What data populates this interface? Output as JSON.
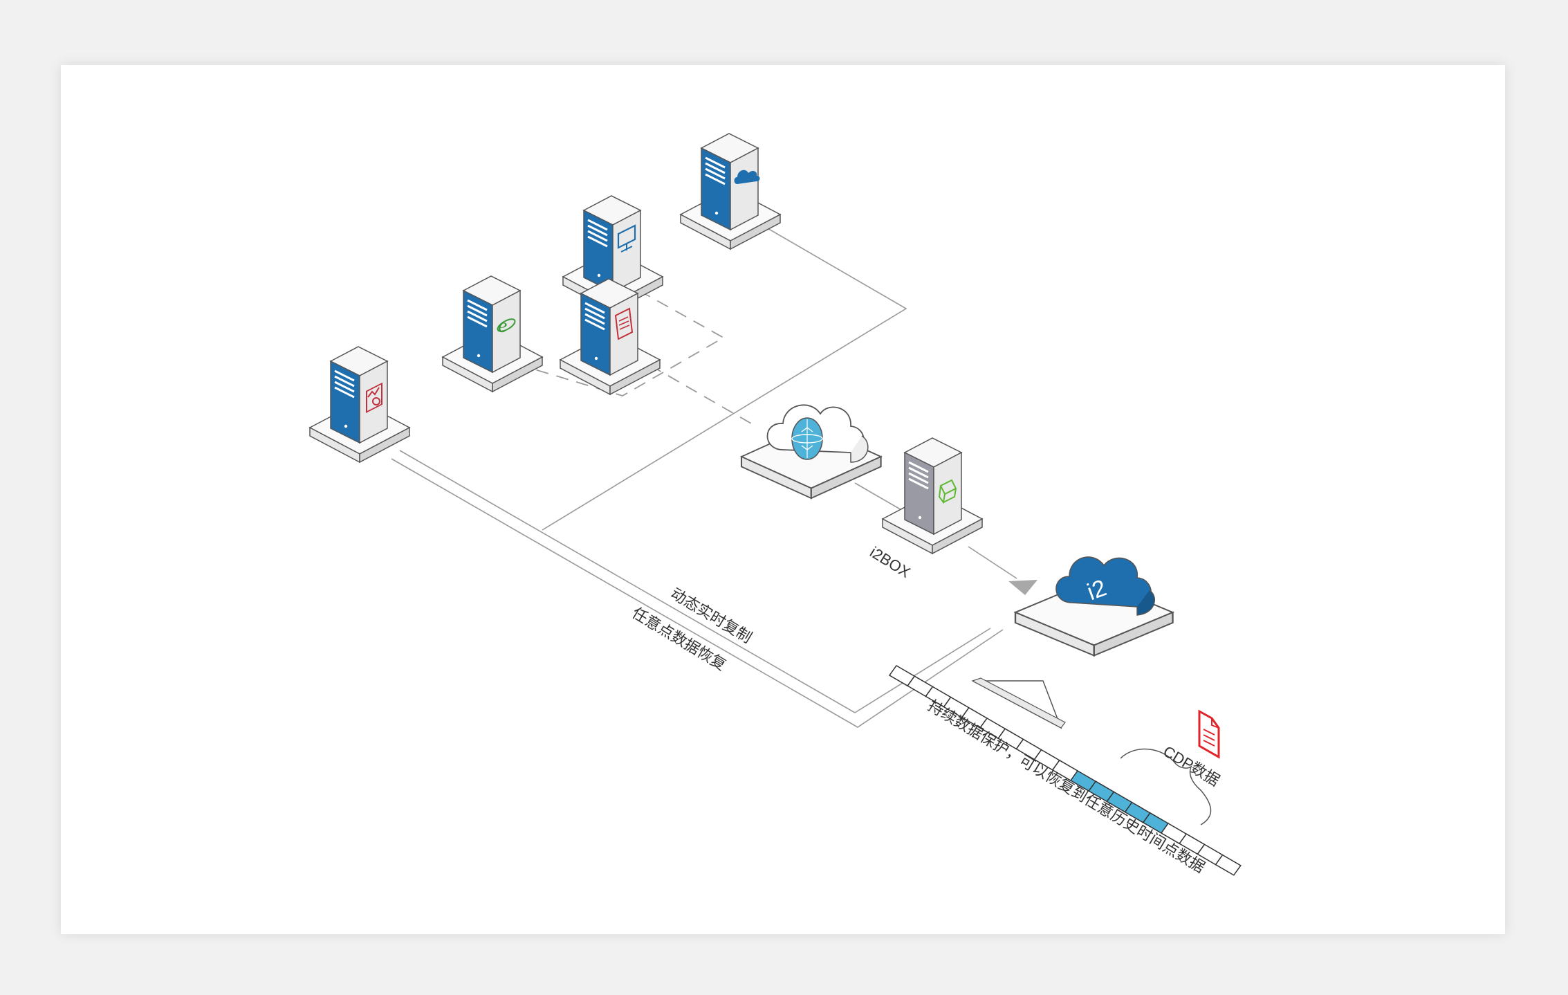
{
  "labels": {
    "i2box": "i2BOX",
    "i2_logo": "i2",
    "replication": "动态实时复制",
    "recovery": "任意点数据恢复",
    "cdp_protect": "持续数据保护，可以恢复到任意历史时间点数据",
    "cdp_data": "CDP数据"
  },
  "servers": [
    {
      "name": "analytics-server",
      "icon": "chart-doc-icon",
      "icon_color": "#c0313b"
    },
    {
      "name": "browser-server",
      "icon": "ie-browser-icon",
      "icon_color": "#3a9a3a"
    },
    {
      "name": "monitor-server",
      "icon": "monitor-icon",
      "icon_color": "#1f6fae"
    },
    {
      "name": "document-server",
      "icon": "document-icon",
      "icon_color": "#c0313b"
    },
    {
      "name": "cloud-server",
      "icon": "cloud-icon",
      "icon_color": "#1f6fae"
    }
  ],
  "colors": {
    "server_front": "#1f6fae",
    "server_side": "#e6e6e6",
    "server_top": "#f7f7f7",
    "i2box_front": "#9a9aa4",
    "i2_cloud": "#1f6fae",
    "network_cloud_disk": "#4fb3d9",
    "timeline_highlight": "#4fb3d9",
    "cdp_file": "#e0242a",
    "line": "#9a9a9a"
  },
  "timeline": {
    "cells": 19,
    "highlight_start": 10,
    "highlight_end": 14
  }
}
